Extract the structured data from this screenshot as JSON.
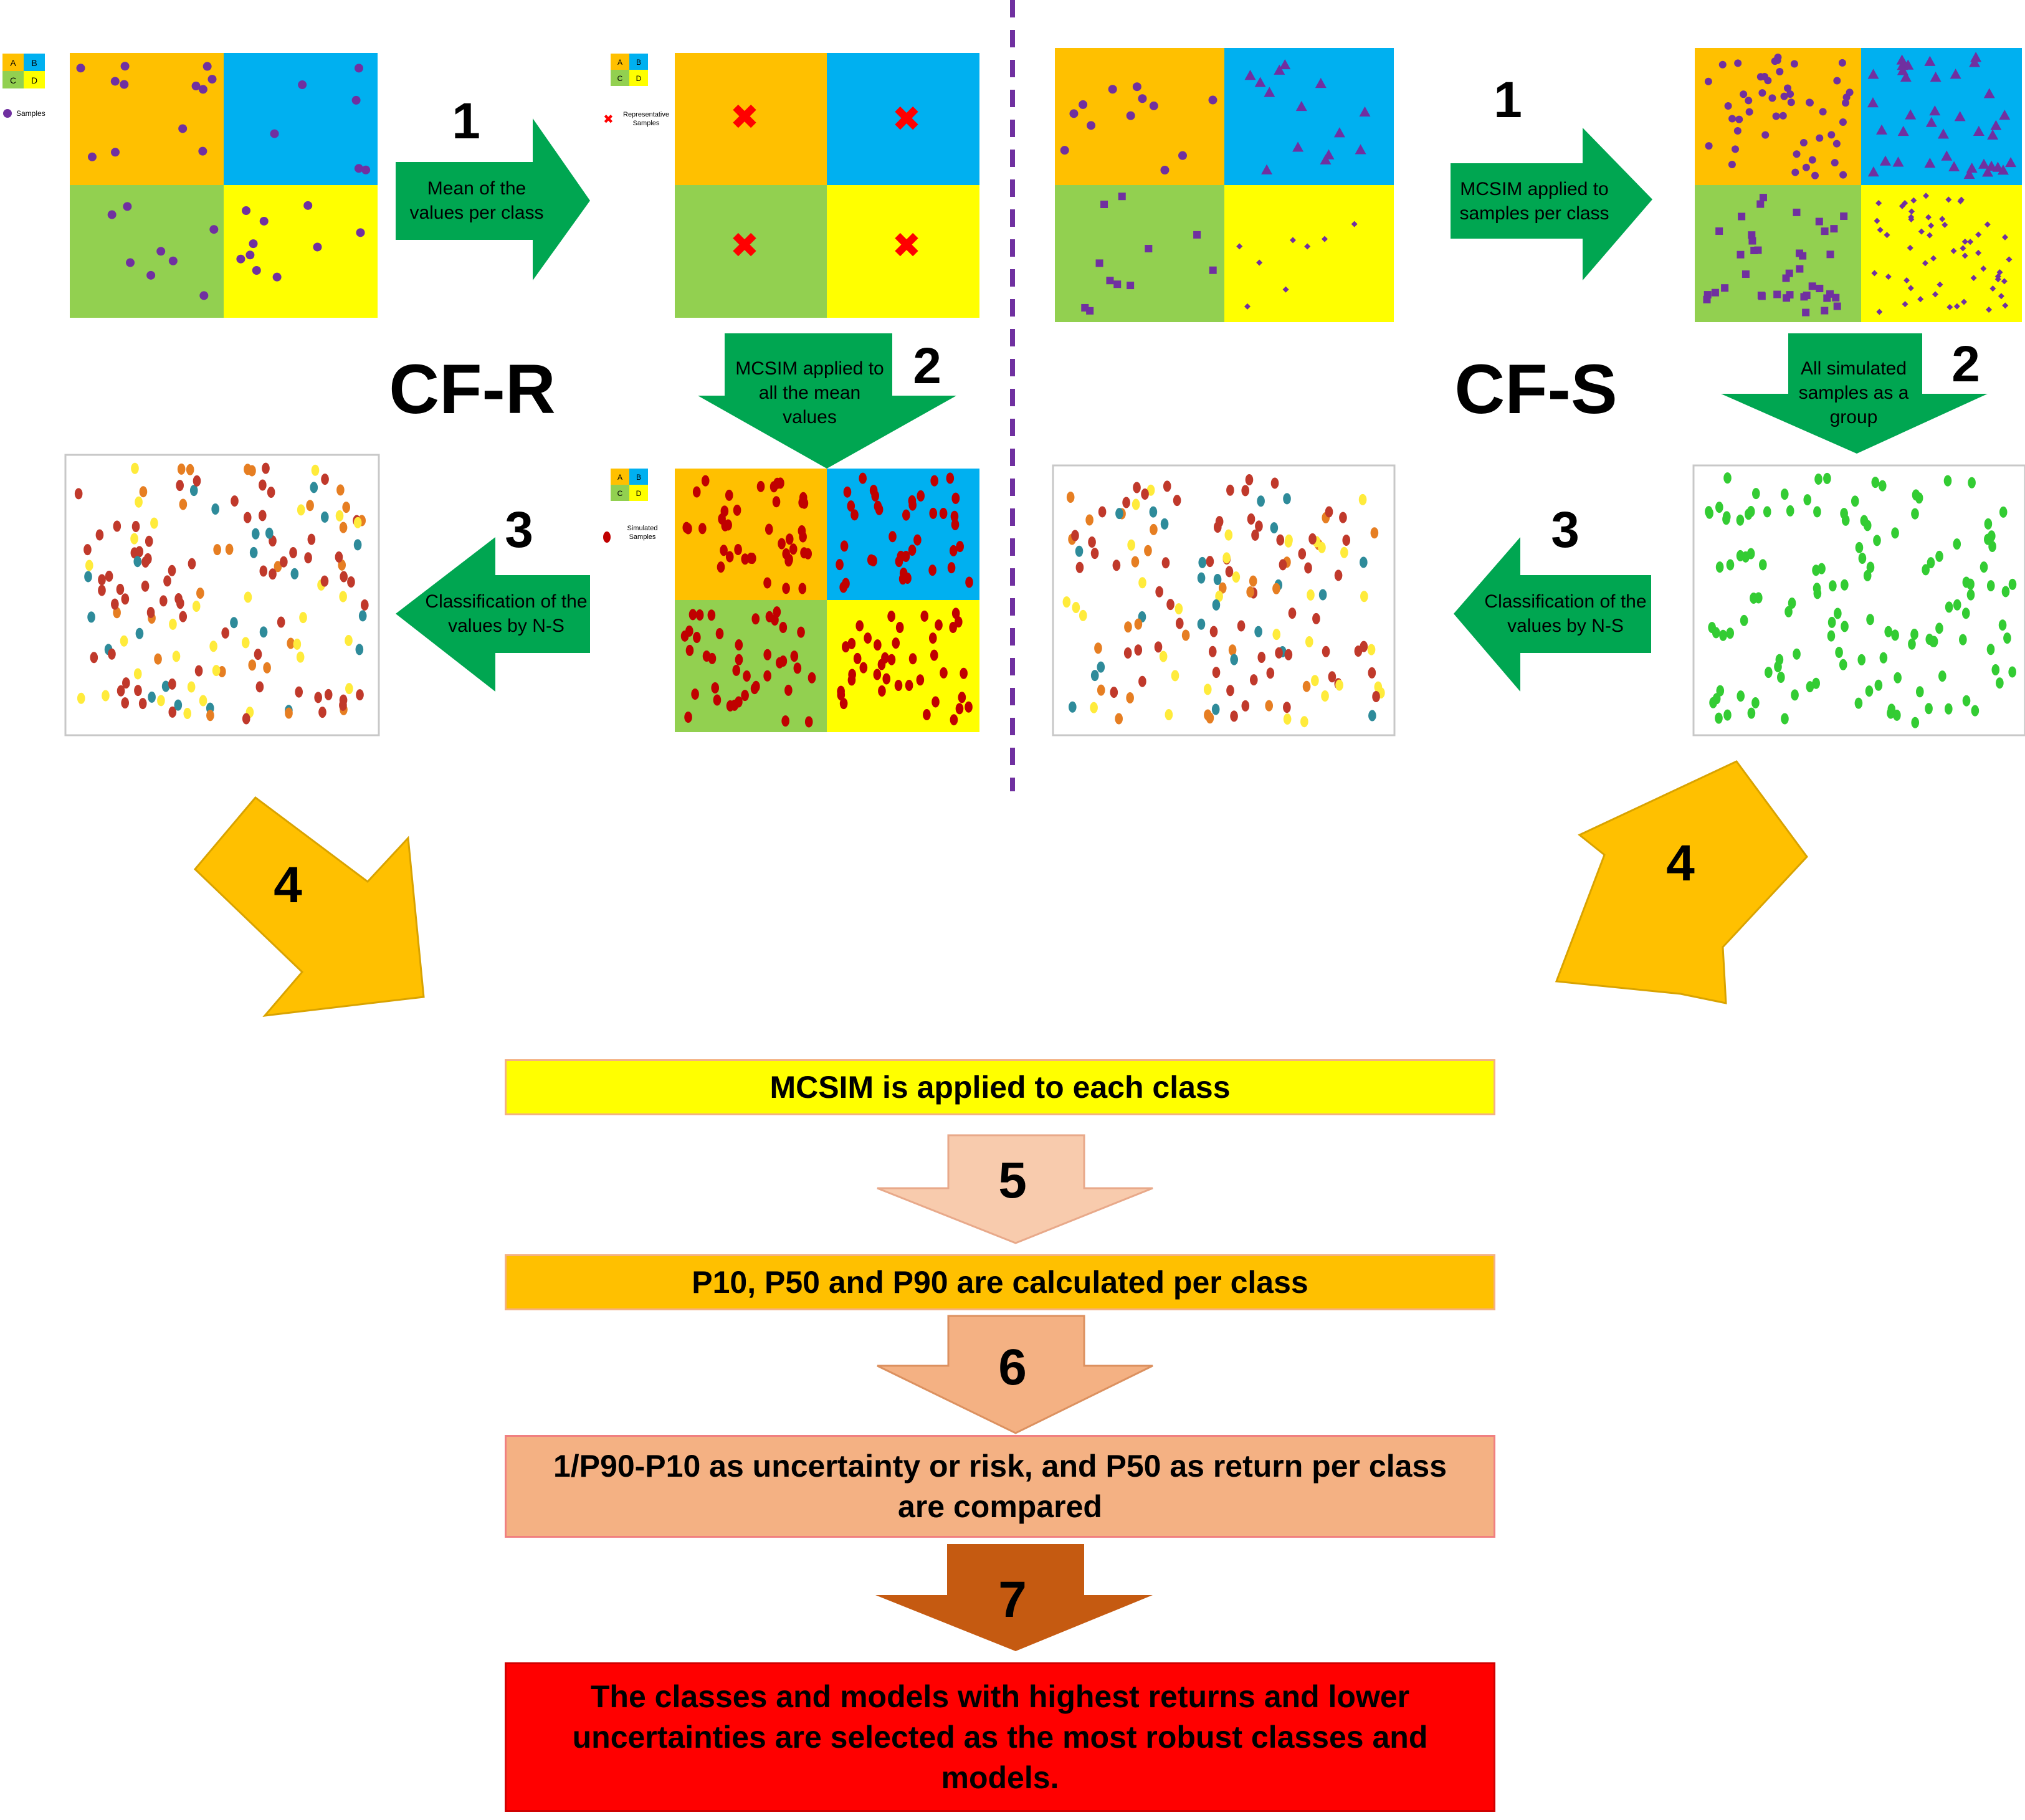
{
  "colors": {
    "class_a": "#FFC000",
    "class_b": "#00B0F0",
    "class_c": "#92D050",
    "class_d": "#FFFF00",
    "arrow_green": "#00A651",
    "arrow_gold": "#FFC000",
    "sample_dot": "#7030A0",
    "simulated_dot": "#C00000",
    "green_dot": "#33CC33",
    "representative_mark": "#FF0000",
    "divider": "#7030A0",
    "step5_arrow": "#F8CBAD",
    "step6_arrow": "#F4B183",
    "step7_arrow": "#C55A11",
    "box_yellow": "#FFFF00",
    "box_orange": "#FFC000",
    "box_salmon": "#F4B183",
    "box_red": "#FF0000"
  },
  "legend": {
    "class_labels": [
      "A",
      "B",
      "C",
      "D"
    ],
    "samples": "Samples",
    "representative_samples": "Representative Samples",
    "simulated_samples": "Simulated Samples"
  },
  "cfr": {
    "title": "CF-R",
    "step1": {
      "number": "1",
      "text": "Mean of the values per class"
    },
    "step2": {
      "number": "2",
      "text": "MCSIM applied to all the mean values"
    },
    "step3": {
      "number": "3",
      "text": "Classification of the values by N-S"
    },
    "step4": {
      "number": "4"
    }
  },
  "cfs": {
    "title": "CF-S",
    "step1": {
      "number": "1",
      "text": "MCSIM applied to samples per class"
    },
    "step2": {
      "number": "2",
      "text": "All simulated samples as a group"
    },
    "step3": {
      "number": "3",
      "text": "Classification of the values by N-S"
    },
    "step4": {
      "number": "4"
    }
  },
  "flow": {
    "box1": "MCSIM is applied to each class",
    "step5": "5",
    "box2": "P10, P50 and P90 are calculated per class",
    "step6": "6",
    "box3": "1/P90-P10 as uncertainty or risk, and P50 as return per class are compared",
    "step7": "7",
    "box4": "The classes and models with highest returns and lower uncertainties are selected as the most robust classes and models."
  }
}
